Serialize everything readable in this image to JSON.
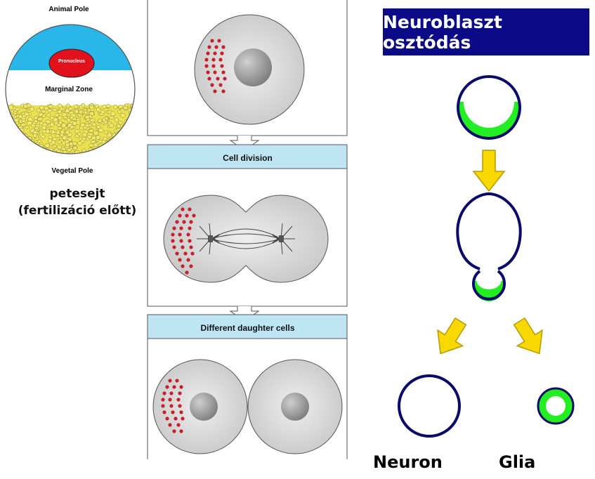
{
  "egg": {
    "animal_pole": "Animal Pole",
    "pronucleus": "Pronucleus",
    "marginal_zone": "Marginal Zone",
    "vegetal_pole": "Vegetal Pole",
    "caption_line1": "petesejt",
    "caption_line2": "(fertilizáció előtt)"
  },
  "division": {
    "stage1": "Cell division",
    "stage2": "Different daughter cells"
  },
  "neuroblast": {
    "title": "Neuroblaszt osztódás",
    "label_neuron": "Neuron",
    "label_glia": "Glia"
  },
  "colors": {
    "title_bg": "#0b0b88",
    "header_bg": "#bde5f4",
    "green": "#22ee22",
    "arrow_yellow": "#f7d800",
    "dots": "#c8202a",
    "cell_outline": "#0a0a6a"
  }
}
